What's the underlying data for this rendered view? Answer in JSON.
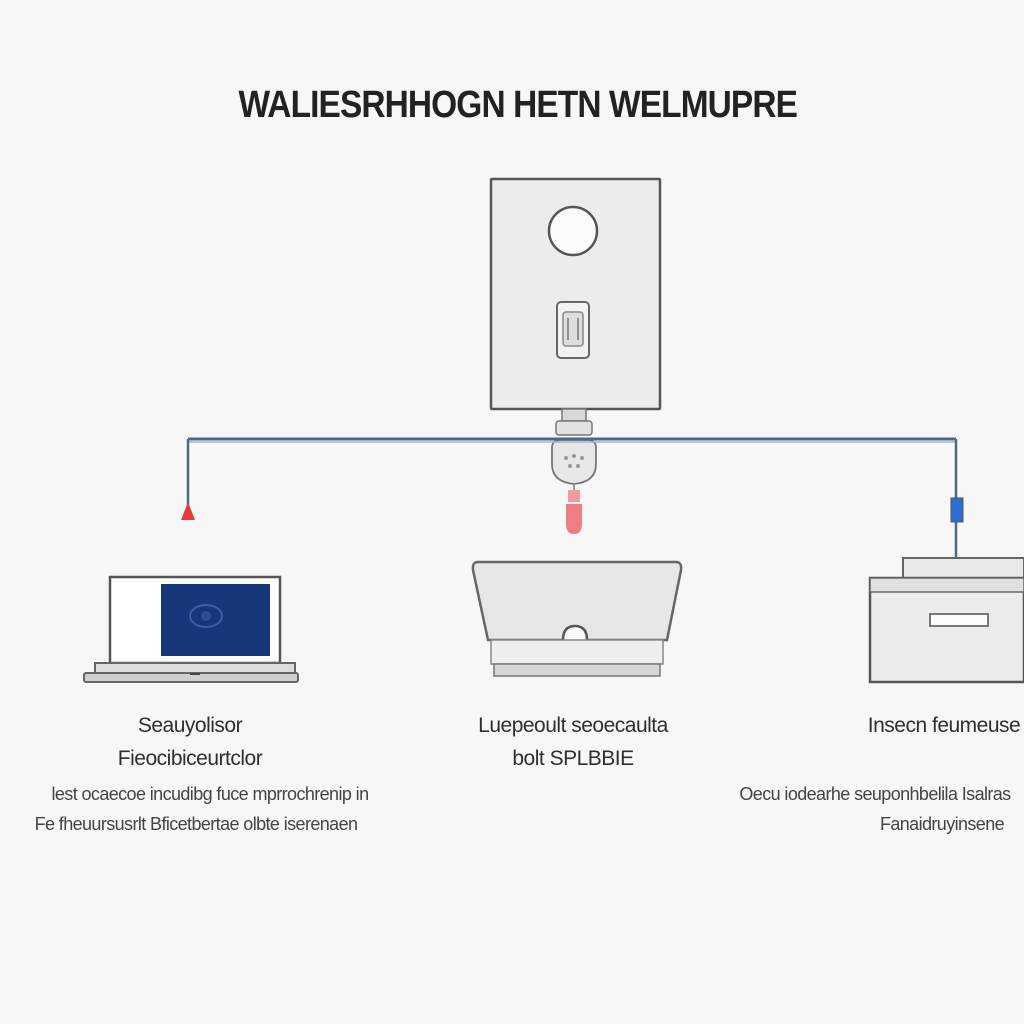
{
  "title": "WALIESRHHOGN HETN WELMUPRE",
  "devices": {
    "laptop": {
      "name": "Seauyolisor",
      "subtitle": "Fieocibiceurtclor",
      "desc_lines": [
        "lest ocaecoe incudibg fuce mprrochrenip in",
        "Fe fheuursusrlt Bficetbertae olbte iserenaen"
      ]
    },
    "router": {
      "name": "Luepeoult seoecaulta",
      "subtitle": "bolt SPLBBIE"
    },
    "printer": {
      "name": "Insecn feumeuse",
      "desc_lines": [
        "Oecu iodearhe seuponhbelila Isalras",
        "Fanaidruyinsene"
      ]
    }
  },
  "colors": {
    "wire": "#4a6a8a",
    "accent_red": "#e53b3b",
    "accent_blue": "#2a6fd1",
    "screen": "#16377a"
  }
}
